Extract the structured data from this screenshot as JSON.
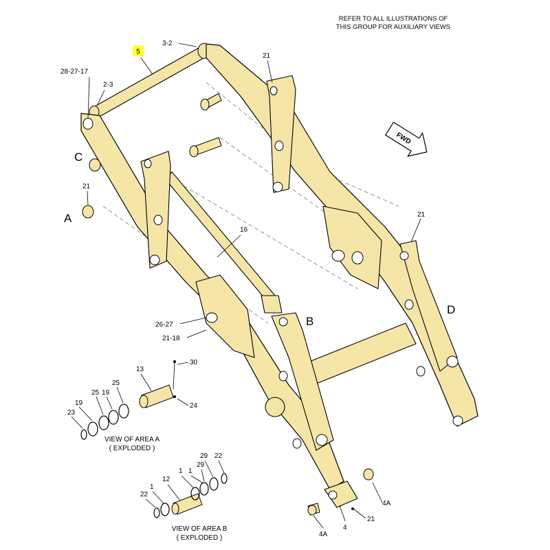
{
  "header": {
    "line1": "REFER TO ALL ILLUSTRATIONS OF",
    "line2": "THIS GROUP FOR AUXILIARY VIEWS"
  },
  "highlight": {
    "label": "5",
    "color": "#ffff33"
  },
  "fwd": {
    "label": "FWD"
  },
  "area_labels": {
    "a": "A",
    "b": "B",
    "c": "C",
    "d": "D"
  },
  "callouts": {
    "c_3_2": "3-2",
    "c_28_27_17": "28-27-17",
    "c_2_3": "2-3",
    "c_21_top": "21",
    "c_21_left": "21",
    "c_21_right": "21",
    "c_16": "16",
    "c_26_27": "26-27",
    "c_21_18": "21-18",
    "c_13": "13",
    "c_30": "30",
    "c_24": "24",
    "c_25a": "25",
    "c_25b": "25",
    "c_19a": "19",
    "c_19b": "19",
    "c_23": "23",
    "c_12": "12",
    "c_1a": "1",
    "c_1b": "1",
    "c_1c": "1",
    "c_29a": "29",
    "c_29b": "29",
    "c_22a": "22",
    "c_22b": "22",
    "c_4a_top": "4A",
    "c_4a_bottom": "4A",
    "c_4": "4",
    "c_21_bottom": "21"
  },
  "views": {
    "a_line1": "VIEW OF AREA  A",
    "a_line2": "( EXPLODED )",
    "b_line1": "VIEW OF AREA  B",
    "b_line2": "( EXPLODED )"
  },
  "colors": {
    "part_fill": "#f5e6a8",
    "line": "#000000",
    "highlight": "#ffff33"
  }
}
